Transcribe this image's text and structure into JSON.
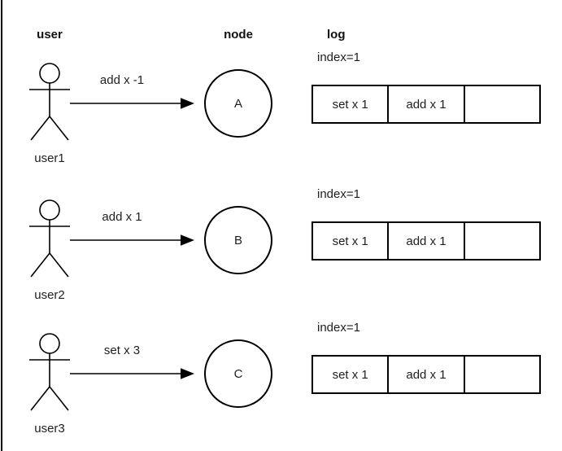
{
  "headers": {
    "user": "user",
    "node": "node",
    "log": "log"
  },
  "rows": [
    {
      "actor": "user1",
      "message": "add x -1",
      "node": "A",
      "log": {
        "index_label": "index=1",
        "cells": [
          "set x 1",
          "add x 1",
          ""
        ]
      }
    },
    {
      "actor": "user2",
      "message": "add x 1",
      "node": "B",
      "log": {
        "index_label": "index=1",
        "cells": [
          "set x 1",
          "add x 1",
          ""
        ]
      }
    },
    {
      "actor": "user3",
      "message": "set x 3",
      "node": "C",
      "log": {
        "index_label": "index=1",
        "cells": [
          "set x 1",
          "add x 1",
          ""
        ]
      }
    }
  ],
  "colors": {
    "stroke": "#000000",
    "text": "#1f1f1f",
    "background": "#ffffff"
  }
}
